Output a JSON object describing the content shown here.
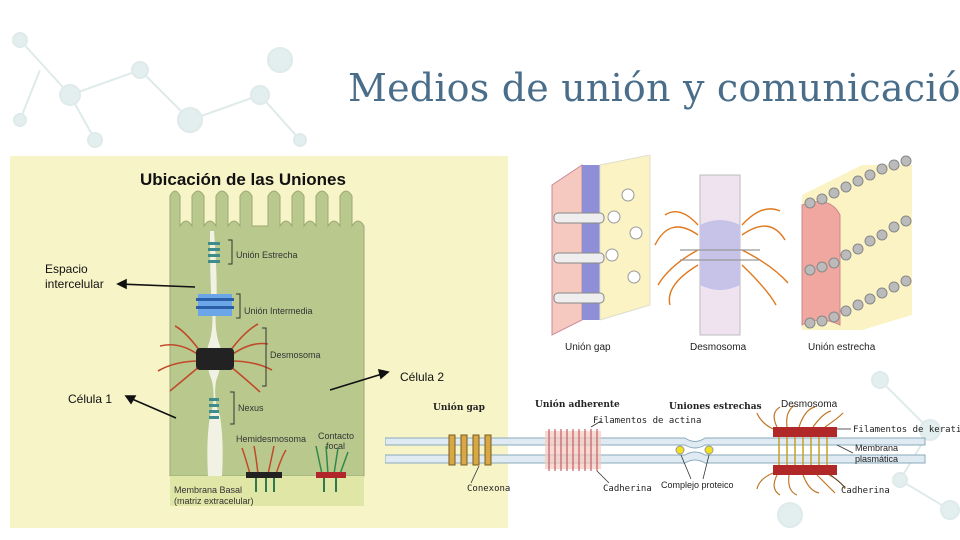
{
  "slide": {
    "title": "Medios de unión y comunicación"
  },
  "left_diagram": {
    "heading": "Ubicación de las Uniones",
    "labels": {
      "espacio_1": "Espacio",
      "espacio_2": "intercelular",
      "celula1": "Célula  1",
      "celula2": "Célula 2",
      "union_estrecha": "Unión Estrecha",
      "union_intermedia": "Unión Intermedia",
      "desmosoma": "Desmosoma",
      "nexus": "Nexus",
      "hemidesmosoma": "Hemidesmosoma",
      "contacto_1": "Contacto",
      "contacto_2": "focal",
      "membrana_1": "Membrana Basal",
      "membrana_2": "(matriz extracelular)"
    }
  },
  "top_right_diagram": {
    "labels": {
      "union_gap": "Unión gap",
      "desmosoma": "Desmosoma",
      "union_estrecha": "Unión estrecha"
    }
  },
  "bottom_diagram": {
    "labels": {
      "union_gap": "Unión gap",
      "union_adherente": "Unión adherente",
      "uniones_estrechas": "Uniones estrechas",
      "desmosoma": "Desmosoma",
      "filamentos_actina": "Filamentos de actina",
      "filamentos_keratina": "Filamentos de keratina",
      "membrana_1": "Membrana",
      "membrana_2": "plasmática",
      "conexona": "Conexona",
      "cadherina_1": "Cadherina",
      "complejo": "Complejo proteico",
      "cadherina_2": "Cadherina"
    }
  },
  "colors": {
    "title": "#4a6e8a",
    "cell": "#b9c98e",
    "panel": "#f7f4c8",
    "deco": "#dbe8e8"
  }
}
